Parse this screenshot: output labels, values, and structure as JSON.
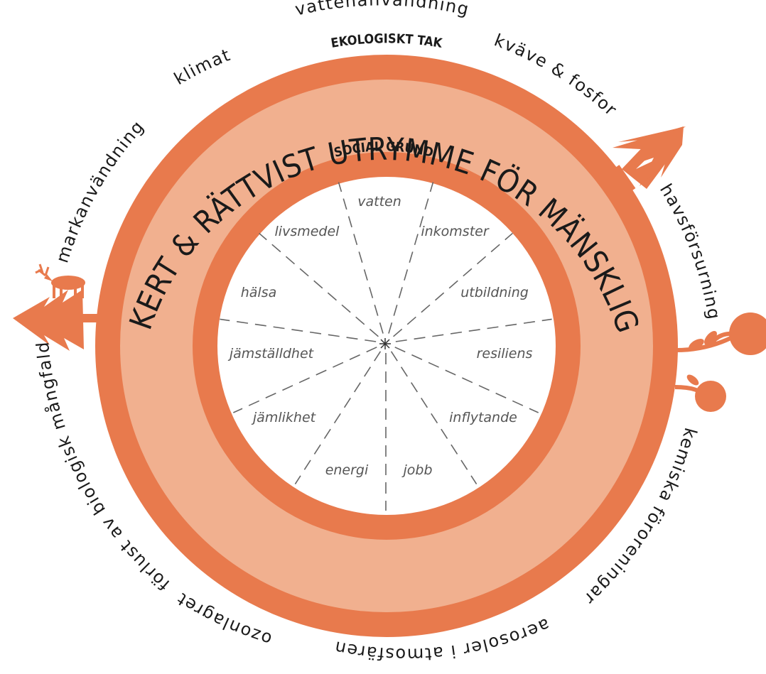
{
  "colors": {
    "dark_orange": "#e87a4d",
    "light_orange": "#f1b08f",
    "inner_white": "#ffffff",
    "text": "#1a1a1a",
    "social_text": "#555555",
    "dash": "#666666"
  },
  "diagram": {
    "ecological_ceiling_title": "EKOLOGISKT TAK",
    "center_title": "ETT SÄKERT & RÄTTVIST UTRYMME FÖR MÄNSKLIGHETEN",
    "social_foundation_title": "SOCIAL GRUND",
    "ecological_labels": [
      "vattenanvändning",
      "kväve & fosfor",
      "havsförsurning",
      "kemiska föroreningar",
      "aerosoler i atmosfären",
      "ozonlagret",
      "förlust av biologisk mångfald",
      "markanvändning",
      "klimat"
    ],
    "social_labels": [
      "vatten",
      "inkomster",
      "utbildning",
      "resiliens",
      "inflytande",
      "jobb",
      "energi",
      "jämlikhet",
      "jämställdhet",
      "hälsa",
      "livsmedel"
    ],
    "icons": [
      "tree-icon",
      "deer-icon",
      "berry-branch-icon"
    ]
  }
}
